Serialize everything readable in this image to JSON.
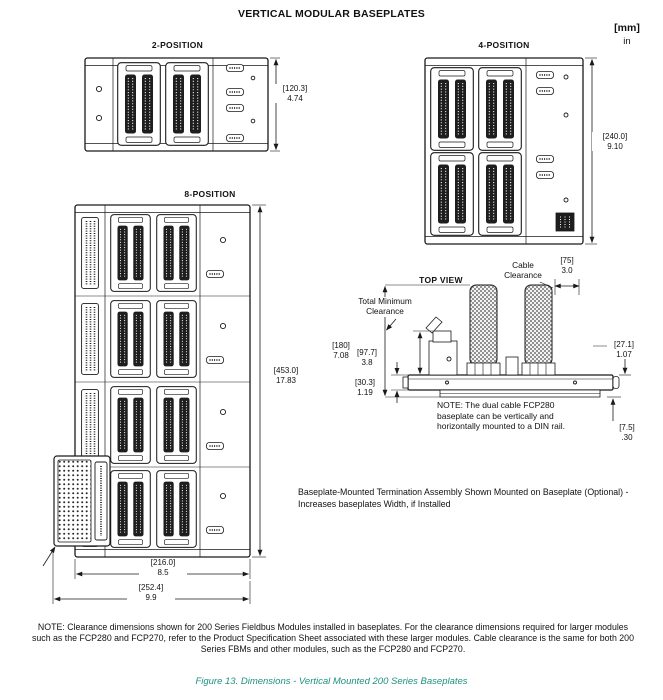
{
  "page": {
    "title": "VERTICAL MODULAR BASEPLATES",
    "units_mm": "[mm]",
    "units_in": "in",
    "figure_caption": "Figure 13. Dimensions - Vertical Mounted 200 Series Baseplates",
    "colors": {
      "caption_accent": "#1f9080",
      "line": "#1a1a1a"
    }
  },
  "two_position": {
    "label": "2-POSITION",
    "height": {
      "mm": "[120.3]",
      "in": "4.74"
    }
  },
  "four_position": {
    "label": "4-POSITION",
    "height": {
      "mm": "[240.0]",
      "in": "9.10"
    }
  },
  "eight_position": {
    "label": "8-POSITION",
    "height": {
      "mm": "[453.0]",
      "in": "17.83"
    },
    "width_baseplate": {
      "mm": "[216.0]",
      "in": "8.5"
    },
    "width_overall": {
      "mm": "[252.4]",
      "in": "9.9"
    }
  },
  "top_view": {
    "label": "TOP VIEW",
    "cable_clearance_label": "Cable Clearance",
    "cable_clearance": {
      "mm": "[75]",
      "in": "3.0"
    },
    "total_clearance_label": "Total Minimum Clearance",
    "total_depth": {
      "mm": "[180]",
      "in": "7.08"
    },
    "module_depth": {
      "mm": "[97.7]",
      "in": "3.8"
    },
    "baseplate_depth": {
      "mm": "[30.3]",
      "in": "1.19"
    },
    "connector_height": {
      "mm": "[27.1]",
      "in": "1.07"
    },
    "din_rail_height": {
      "mm": "[7.5]",
      "in": ".30"
    },
    "din_note": "NOTE: The dual cable FCP280 baseplate can be vertically and horizontally mounted to a DIN rail."
  },
  "notes": {
    "termination_note": "Baseplate-Mounted Termination Assembly Shown Mounted on Baseplate (Optional) - Increases baseplates Width, if Installed",
    "clearance_note": "NOTE: Clearance dimensions shown for 200 Series Fieldbus Modules installed in baseplates. For the clearance dimensions required for larger modules such as the FCP280 and FCP270, refer to the Product Specification Sheet associated with these larger modules. Cable clearance is the same for both 200 Series FBMs and other modules, such as the FCP280 and FCP270."
  }
}
